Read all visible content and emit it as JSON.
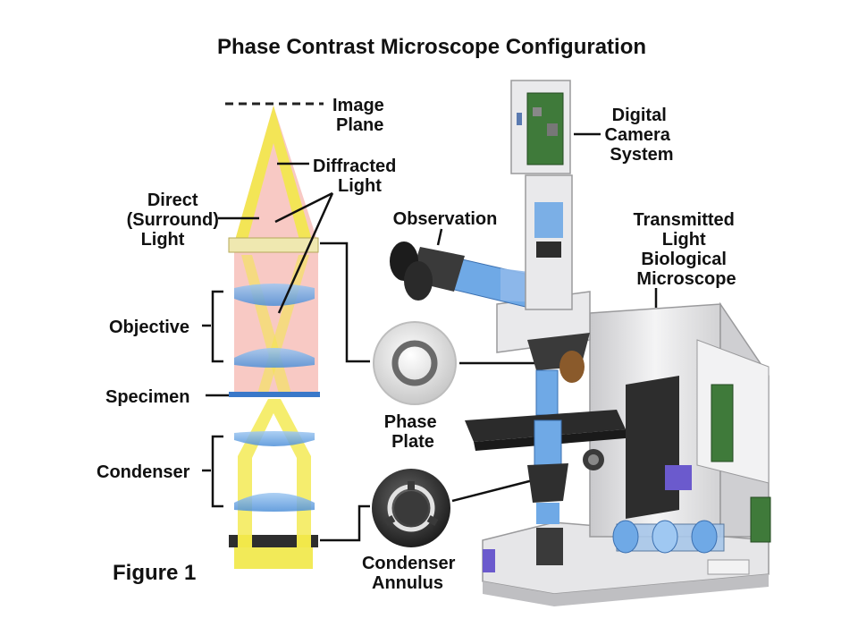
{
  "title": "Phase Contrast Microscope Configuration",
  "figure_label": "Figure 1",
  "labels": {
    "image_plane": [
      "Image",
      "Plane"
    ],
    "diffracted_light": [
      "Diffracted",
      "Light"
    ],
    "direct_light": [
      "Direct",
      "(Surround)",
      "Light"
    ],
    "objective": "Objective",
    "specimen": "Specimen",
    "condenser": "Condenser",
    "digital_camera": [
      "Digital",
      "Camera",
      "System"
    ],
    "observation": "Observation",
    "transmitted_light": [
      "Transmitted",
      "Light",
      "Biological",
      "Microscope"
    ],
    "phase_plate": [
      "Phase",
      "Plate"
    ],
    "condenser_annulus": [
      "Condenser",
      "Annulus"
    ]
  },
  "colors": {
    "direct_light": "#f2e84a",
    "diffracted_light": "#f6b7b0",
    "lens": "#6fa9e6",
    "specimen": "#3a78c9",
    "microscope_body": "#e8e8ea",
    "microscope_dark": "#2b2b2b",
    "text": "#111111"
  }
}
